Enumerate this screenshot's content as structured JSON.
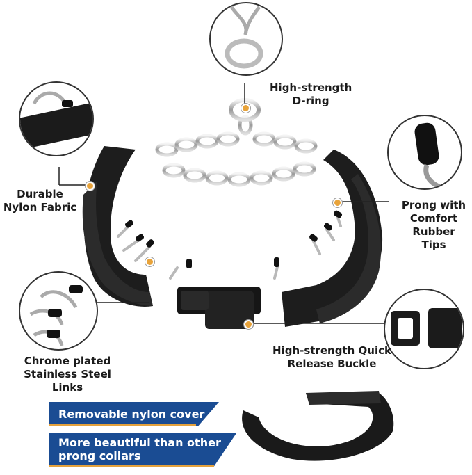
{
  "labels": {
    "dring": [
      "High-strength",
      "D-ring"
    ],
    "nylon": [
      "Durable",
      "Nylon Fabric"
    ],
    "prong": [
      "Prong with",
      "Comfort",
      "Rubber Tips"
    ],
    "chrome": [
      "Chrome plated",
      "Stainless Steel Links"
    ],
    "buckle": [
      "High-strength Quick",
      "Release Buckle"
    ]
  },
  "banners": {
    "cover": "Removable nylon cover",
    "beautiful_line1": "More beautiful than other",
    "beautiful_line2": "prong collars"
  },
  "colors": {
    "accent_dot": "#e8a33a",
    "banner_blue": "#1a4c93",
    "banner_gold": "#e4a13c"
  }
}
